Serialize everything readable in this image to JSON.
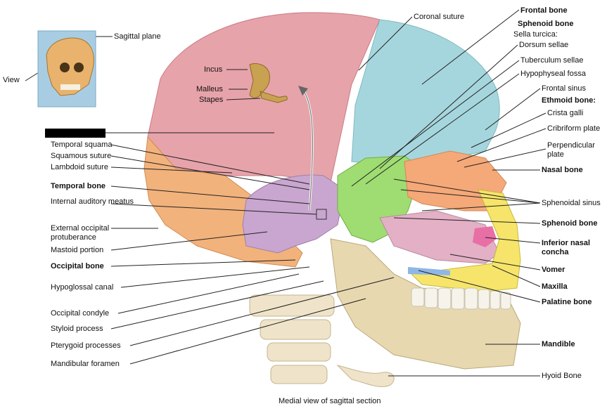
{
  "caption": "Medial view of sagittal section",
  "inset": {
    "plane_label": "Sagittal plane",
    "view_label": "View"
  },
  "labels_left": [
    {
      "text": "Temporal squama",
      "bold": false
    },
    {
      "text": "Squamous suture",
      "bold": false
    },
    {
      "text": "Lambdoid suture",
      "bold": false
    },
    {
      "text": "Temporal bone",
      "bold": true
    },
    {
      "text": "Internal auditory meatus",
      "bold": false
    },
    {
      "text": "External occipital protuberance",
      "bold": false
    },
    {
      "text": "Mastoid portion",
      "bold": false
    },
    {
      "text": "Occipital bone",
      "bold": true
    },
    {
      "text": "Hypoglossal canal",
      "bold": false
    },
    {
      "text": "Occipital condyle",
      "bold": false
    },
    {
      "text": "Styloid process",
      "bold": false
    },
    {
      "text": "Pterygoid processes",
      "bold": false
    },
    {
      "text": "Mandibular foramen",
      "bold": false
    }
  ],
  "labels_top": {
    "coronal_suture": "Coronal suture",
    "incus": "Incus",
    "malleus": "Malleus",
    "stapes": "Stapes"
  },
  "labels_right": [
    {
      "text": "Frontal bone",
      "bold": true
    },
    {
      "text": "Sphenoid bone",
      "bold": true
    },
    {
      "text": "Sella turcica:",
      "bold": false
    },
    {
      "text": "Dorsum sellae",
      "bold": false
    },
    {
      "text": "Tuberculum sellae",
      "bold": false
    },
    {
      "text": "Hypophyseal fossa",
      "bold": false
    },
    {
      "text": "Frontal sinus",
      "bold": false
    },
    {
      "text": "Ethmoid bone:",
      "bold": true
    },
    {
      "text": "Crista galli",
      "bold": false
    },
    {
      "text": "Cribriform plate",
      "bold": false
    },
    {
      "text": "Perpendicular plate",
      "bold": false
    },
    {
      "text": "Nasal bone",
      "bold": true
    },
    {
      "text": "Sphenoidal sinus",
      "bold": false
    },
    {
      "text": "Sphenoid bone",
      "bold": true
    },
    {
      "text": "Inferior nasal concha",
      "bold": true
    },
    {
      "text": "Vomer",
      "bold": true
    },
    {
      "text": "Maxilla",
      "bold": true
    },
    {
      "text": "Palatine bone",
      "bold": true
    },
    {
      "text": "Mandible",
      "bold": true
    },
    {
      "text": "Hyoid Bone",
      "bold": false
    }
  ],
  "colors": {
    "parietal": "#e7a3aa",
    "frontal": "#a6d6dd",
    "occipital": "#f2b27c",
    "temporal": "#c9a6cf",
    "sphenoid": "#9fdc72",
    "ethmoid": "#f5a878",
    "maxilla": "#f6e56a",
    "vomer": "#e3b0c5",
    "concha": "#e86fa5",
    "mandible": "#e8d8b0",
    "palatine": "#8db7e6"
  }
}
